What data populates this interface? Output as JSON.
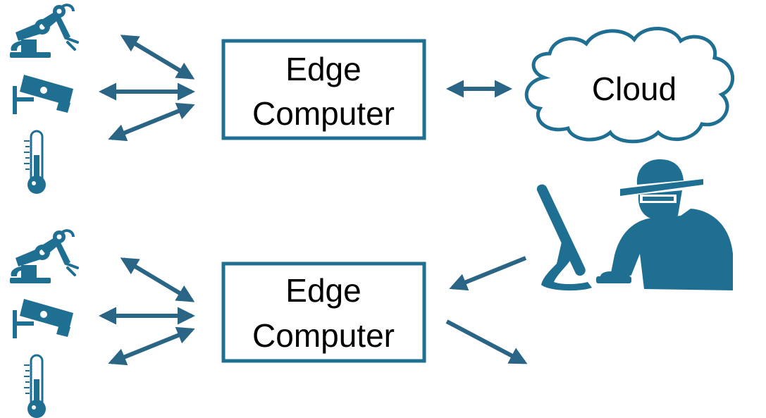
{
  "colors": {
    "primary": "#1f6f93",
    "arrow": "#2a6585",
    "text": "#000000",
    "background": "#ffffff"
  },
  "top": {
    "edge_line1": "Edge",
    "edge_line2": "Computer",
    "cloud_label": "Cloud",
    "devices": [
      "robot-arm-icon",
      "security-camera-icon",
      "thermometer-icon"
    ]
  },
  "bottom": {
    "edge_line1": "Edge",
    "edge_line2": "Computer",
    "devices": [
      "robot-arm-icon",
      "security-camera-icon",
      "thermometer-icon"
    ],
    "attacker": [
      "hacker-icon",
      "computer-monitor-icon"
    ]
  }
}
